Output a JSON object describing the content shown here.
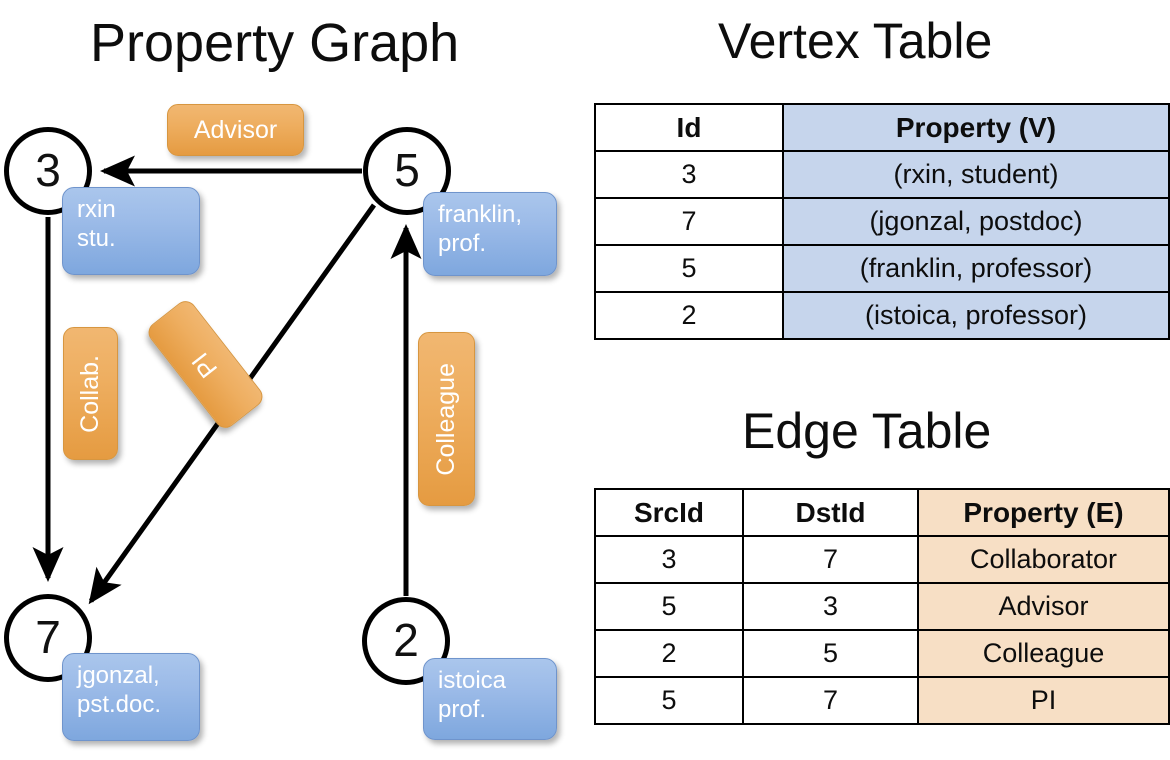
{
  "titles": {
    "property_graph": "Property Graph",
    "vertex_table": "Vertex Table",
    "edge_table": "Edge Table"
  },
  "graph": {
    "nodes": [
      {
        "id": "3",
        "property": "rxin\nstu."
      },
      {
        "id": "5",
        "property": "franklin,\nprof."
      },
      {
        "id": "7",
        "property": "jgonzal,\npst.doc."
      },
      {
        "id": "2",
        "property": "istoica\nprof."
      }
    ],
    "node_labels": {
      "n3": "3",
      "n5": "5",
      "n7": "7",
      "n2": "2"
    },
    "property_boxes": {
      "rxin_line1": "rxin",
      "rxin_line2": "stu.",
      "franklin_line1": "franklin,",
      "franklin_line2": "prof.",
      "jgonzal_line1": "jgonzal,",
      "jgonzal_line2": "pst.doc.",
      "istoica_line1": "istoica",
      "istoica_line2": "prof."
    },
    "edge_labels": {
      "advisor": "Advisor",
      "collab": "Collab.",
      "pi": "PI",
      "colleague": "Colleague"
    },
    "edges": [
      {
        "src": "5",
        "dst": "3",
        "label": "Advisor"
      },
      {
        "src": "3",
        "dst": "7",
        "label": "Collab."
      },
      {
        "src": "5",
        "dst": "7",
        "label": "PI"
      },
      {
        "src": "2",
        "dst": "5",
        "label": "Colleague"
      }
    ]
  },
  "vertex_table": {
    "headers": [
      "Id",
      "Property (V)"
    ],
    "rows": [
      {
        "id": "3",
        "property": "(rxin, student)"
      },
      {
        "id": "7",
        "property": "(jgonzal, postdoc)"
      },
      {
        "id": "5",
        "property": "(franklin, professor)"
      },
      {
        "id": "2",
        "property": "(istoica, professor)"
      }
    ]
  },
  "edge_table": {
    "headers": [
      "SrcId",
      "DstId",
      "Property (E)"
    ],
    "rows": [
      {
        "src": "3",
        "dst": "7",
        "property": "Collaborator"
      },
      {
        "src": "5",
        "dst": "3",
        "property": "Advisor"
      },
      {
        "src": "2",
        "dst": "5",
        "property": "Colleague"
      },
      {
        "src": "5",
        "dst": "7",
        "property": "PI"
      }
    ]
  },
  "colors": {
    "vertex_cell": "#c6d5ec",
    "edge_cell": "#f7dfc5",
    "node_box_blue": "#9cbbe8",
    "edge_box_orange": "#eeae60",
    "stroke": "#000000"
  }
}
